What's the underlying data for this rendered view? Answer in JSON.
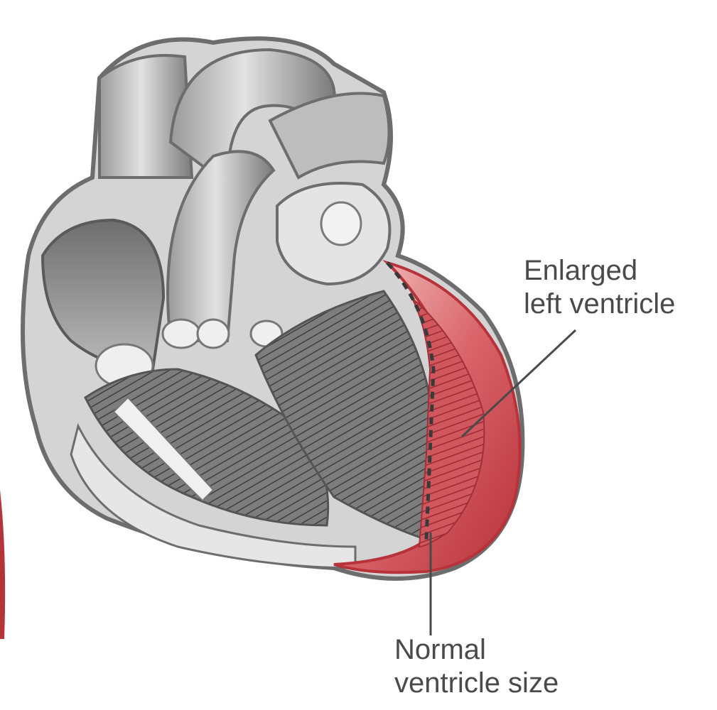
{
  "labels": {
    "enlarged_line1": "Enlarged",
    "enlarged_line2": "left ventricle",
    "normal_line1": "Normal",
    "normal_line2": "ventricle size"
  },
  "colors": {
    "background": "#ffffff",
    "enlarged_wall": "#c9434a",
    "enlarged_wall_light": "#f2b9b4",
    "heart_gray": "#8a8a8a",
    "label_text": "#4a4a4a"
  }
}
